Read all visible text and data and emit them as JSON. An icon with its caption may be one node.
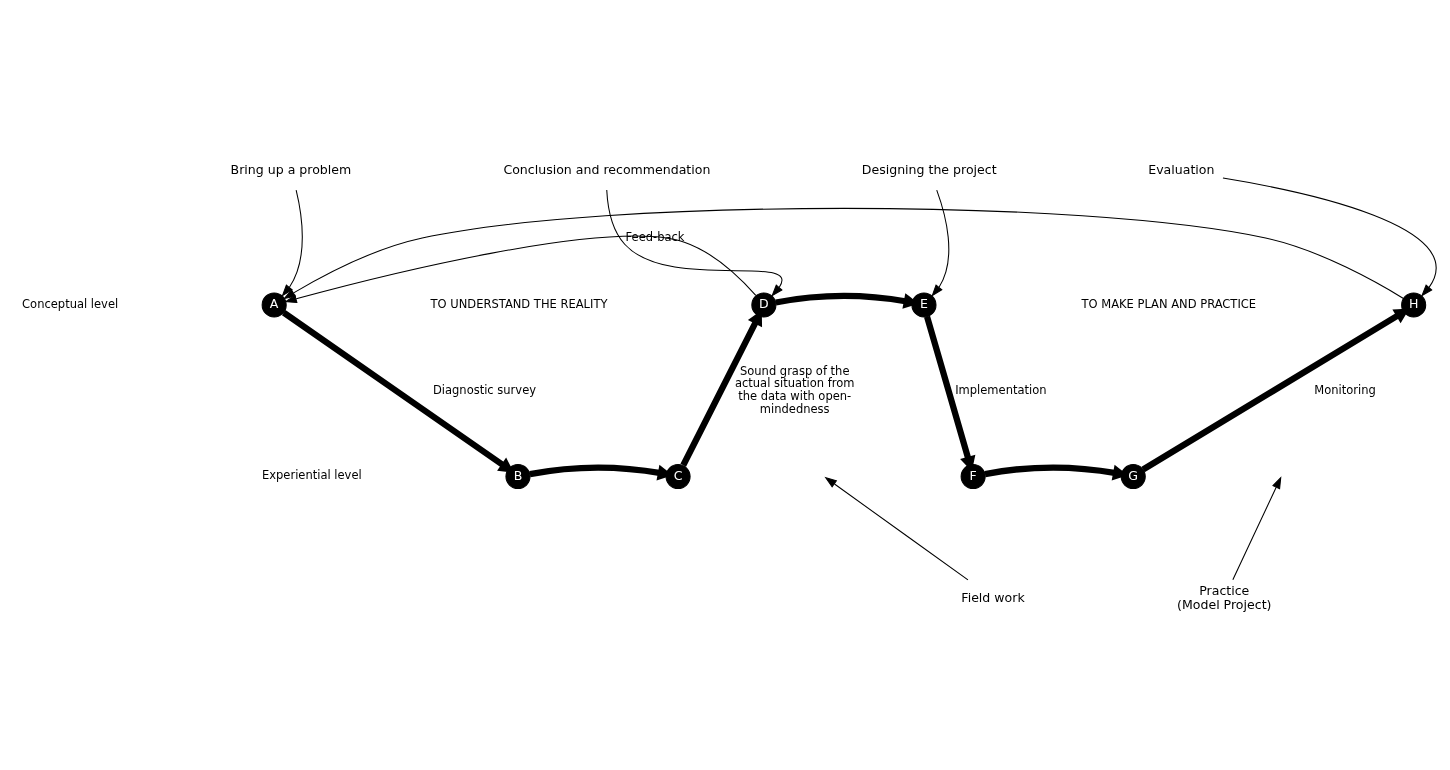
{
  "diagram": {
    "nodes": [
      {
        "text": [
          "Bring up a problem"
        ]
      },
      {
        "text": [
          "Conclusion and recommendation"
        ]
      },
      {
        "text": [
          "Designing the project"
        ]
      },
      {
        "text": [
          "Evaluation"
        ]
      },
      {
        "text": [
          "A"
        ]
      },
      {
        "text": [
          "D"
        ]
      },
      {
        "text": [
          "E"
        ]
      },
      {
        "text": [
          "H"
        ]
      },
      {
        "text": [
          "B"
        ]
      },
      {
        "text": [
          "C"
        ]
      },
      {
        "text": [
          "F"
        ]
      },
      {
        "text": [
          "G"
        ]
      },
      {
        "text": [
          "Field work"
        ]
      },
      {
        "text": [
          "Practice",
          "(Model Project)"
        ]
      }
    ],
    "edges": [
      {
        "from": 4,
        "to": 8,
        "arrow": "to",
        "label": "Diagnostic survey",
        "style": "thick"
      },
      {
        "from": 8,
        "to": 9,
        "arrow": "to",
        "style": "thick"
      },
      {
        "from": 9,
        "to": 5,
        "arrow": "to",
        "label": "Sound grasp of the actual situation from the data with open-mindedness",
        "style": "thick"
      },
      {
        "from": 5,
        "to": 6,
        "arrow": "to",
        "style": "thick"
      },
      {
        "from": 6,
        "to": 10,
        "arrow": "to",
        "label": "Implementation",
        "style": "thick"
      },
      {
        "from": 10,
        "to": 11,
        "arrow": "to",
        "style": "thick"
      },
      {
        "from": 11,
        "to": 7,
        "arrow": "to",
        "label": "Monitoring",
        "style": "thick"
      },
      {
        "from": 5,
        "to": 4,
        "arrow": "to",
        "label": "Feed-back"
      },
      {
        "from": 7,
        "to": 4,
        "arrow": "to"
      },
      {
        "from": 0,
        "to": 4,
        "arrow": "to"
      },
      {
        "from": 1,
        "to": 5,
        "arrow": "to"
      },
      {
        "from": 2,
        "to": 6,
        "arrow": "to"
      },
      {
        "from": 3,
        "to": 7,
        "arrow": "to"
      },
      {
        "from": 12,
        "to": null,
        "arrow": "to"
      },
      {
        "from": 13,
        "to": null,
        "arrow": "to"
      }
    ],
    "labels": [
      "Conceptual level",
      "Experiential level",
      "TO UNDERSTAND THE REALITY",
      "TO MAKE PLAN AND PRACTICE"
    ]
  }
}
